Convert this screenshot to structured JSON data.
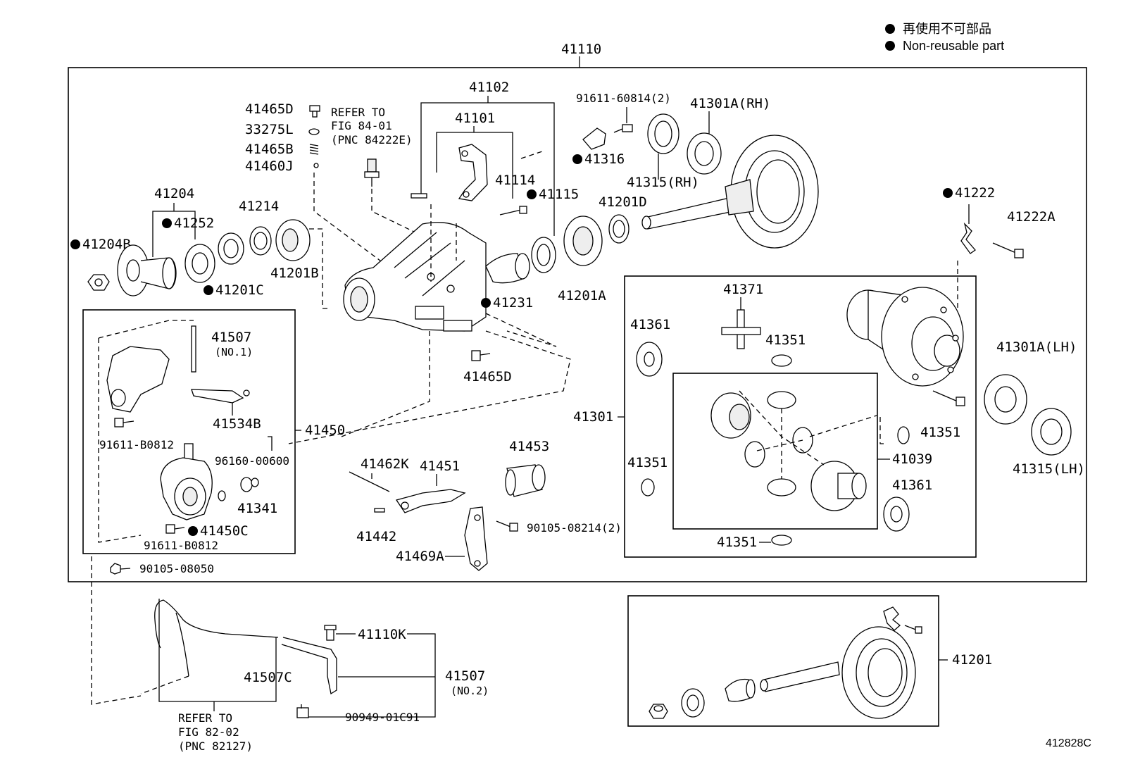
{
  "legend": {
    "line_jp": "再使用不可部品",
    "line_en": "Non-reusable part"
  },
  "figure_id": "412828C",
  "labels": {
    "l41110": "41110",
    "l41102": "41102",
    "l41101": "41101",
    "l41465D_top": "41465D",
    "l33275L": "33275L",
    "l41465B": "41465B",
    "l41460J": "41460J",
    "refer1_a": "REFER TO",
    "refer1_b": "FIG 84-01",
    "refer1_c": "(PNC 84222E)",
    "l41204": "41204",
    "l41252": "41252",
    "l41204B": "41204B",
    "l41214": "41214",
    "l41201C": "41201C",
    "l41201B": "41201B",
    "l41114": "41114",
    "l41115": "41115",
    "l41231": "41231",
    "l41201D": "41201D",
    "l41201A": "41201A",
    "l91611_60814": "91611-60814(2)",
    "l41316": "41316",
    "l41301A_RH": "41301A(RH)",
    "l41315_RH": "41315(RH)",
    "l41222": "41222",
    "l41222A": "41222A",
    "l41507_no1": "41507",
    "l41507_no1_sub": "(NO.1)",
    "l41534B": "41534B",
    "l91611_B0812_a": "91611-B0812",
    "l96160_00600": "96160-00600",
    "l41341": "41341",
    "l41450C": "41450C",
    "l91611_B0812_b": "91611-B0812",
    "l90105_08050": "90105-08050",
    "l41450": "41450",
    "l41465D_bot": "41465D",
    "l41462K": "41462K",
    "l41451": "41451",
    "l41453": "41453",
    "l41442": "41442",
    "l41469A": "41469A",
    "l90105_08214": "90105-08214(2)",
    "l41371": "41371",
    "l41361_a": "41361",
    "l41351_a": "41351",
    "l41301": "41301",
    "l41351_b": "41351",
    "l41351_c": "41351",
    "l41039": "41039",
    "l41361_b": "41361",
    "l41351_d": "41351",
    "l41301A_LH": "41301A(LH)",
    "l41315_LH": "41315(LH)",
    "l41110K": "41110K",
    "l41507C": "41507C",
    "l41507_no2": "41507",
    "l41507_no2_sub": "(NO.2)",
    "l90949_01C91": "90949-01C91",
    "refer2_a": "REFER TO",
    "refer2_b": "FIG 82-02",
    "refer2_c": "(PNC 82127)",
    "l41201": "41201"
  }
}
